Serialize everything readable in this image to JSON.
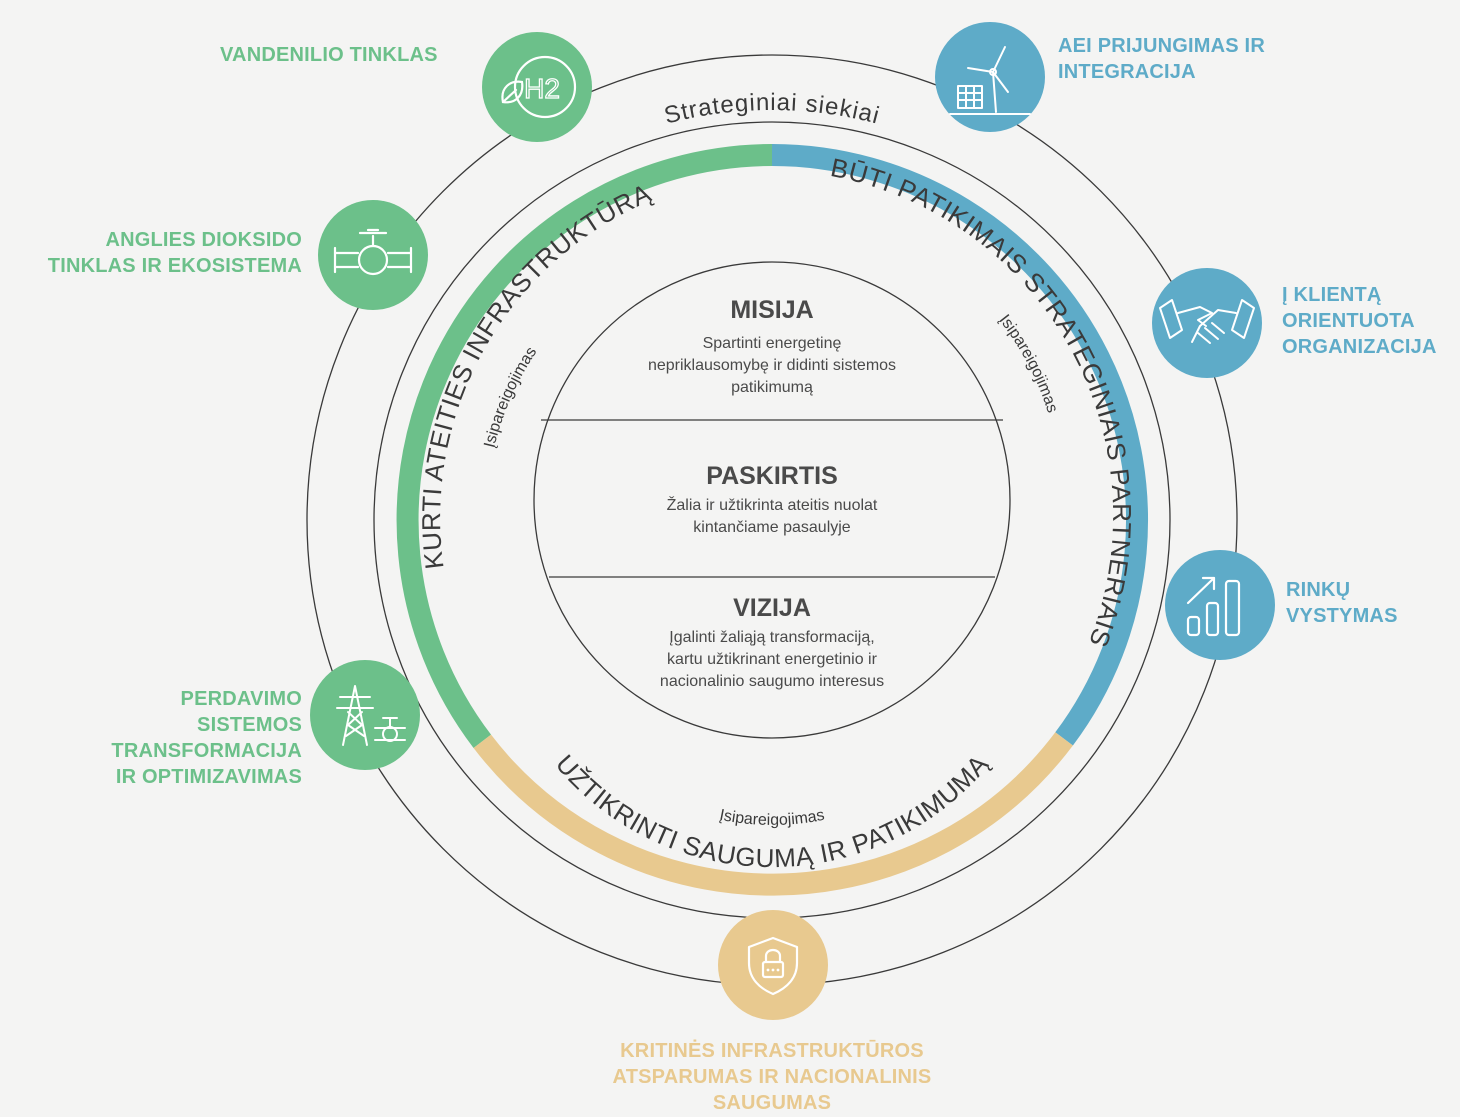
{
  "outer_ring_label": "Strateginiai siekiai",
  "commitment_label": "Įsipareigojimas",
  "arcs": {
    "green": "KURTI ATEITIES INFRASTRUKTŪRĄ",
    "blue": "BŪTI PATIKIMAIS STRATEGINIAIS PARTNERIAIS",
    "gold": "UŽTIKRINTI SAUGUMĄ IR PATIKIMUMĄ"
  },
  "center": {
    "mission_title": "MISIJA",
    "mission_lines": [
      "Spartinti energetinę",
      "nepriklausomybę ir didinti sistemos",
      "patikimumą"
    ],
    "purpose_title": "PASKIRTIS",
    "purpose_lines": [
      "Žalia ir užtikrinta ateitis nuolat",
      "kintančiame pasaulyje"
    ],
    "vision_title": "VIZIJA",
    "vision_lines": [
      "Įgalinti žaliąją transformaciją,",
      "kartu užtikrinant energetinio ir",
      "nacionalinio saugumo interesus"
    ]
  },
  "goals": {
    "hydrogen": [
      "VANDENILIO TINKLAS"
    ],
    "co2": [
      "ANGLIES DIOKSIDO",
      "TINKLAS IR EKOSISTEMA"
    ],
    "transmission": [
      "PERDAVIMO",
      "SISTEMOS",
      "TRANSFORMACIJA",
      "IR OPTIMIZAVIMAS"
    ],
    "res": [
      "AEI PRIJUNGIMAS IR",
      "INTEGRACIJA"
    ],
    "customer": [
      "Į KLIENTĄ",
      "ORIENTUOTA",
      "ORGANIZACIJA"
    ],
    "markets": [
      "RINKŲ",
      "VYSTYMAS"
    ],
    "critical": [
      "KRITINĖS INFRASTRUKTŪROS",
      "ATSPARUMAS IR NACIONALINIS",
      "SAUGUMAS"
    ]
  },
  "icons": {
    "hydrogen_text": "H2",
    "names": [
      "hydrogen-leaf-icon",
      "co2-pipeline-valve-icon",
      "power-pylon-valve-icon",
      "wind-turbine-solar-panel-icon",
      "handshake-icon",
      "growth-bar-chart-icon",
      "shield-lock-icon"
    ]
  },
  "colors": {
    "green": "#6cc08a",
    "blue": "#5eabc8",
    "gold": "#e8c98f",
    "line": "#3a3a3a",
    "text": "#4a4a4a"
  }
}
